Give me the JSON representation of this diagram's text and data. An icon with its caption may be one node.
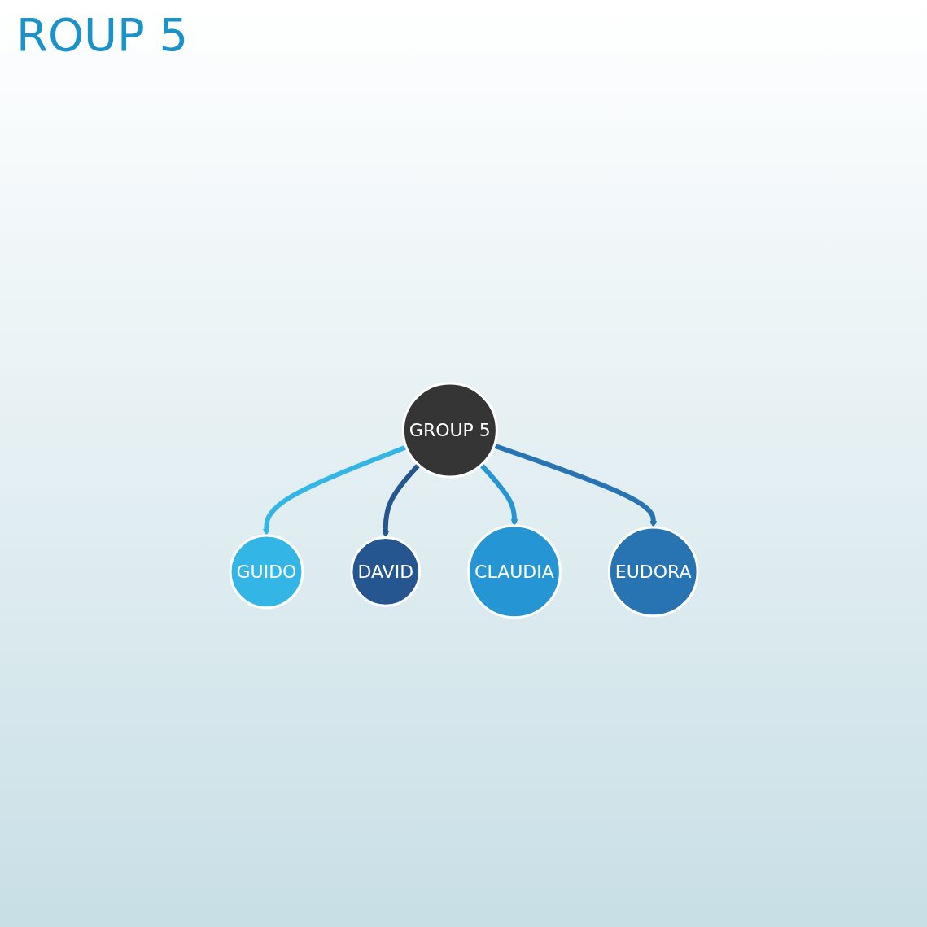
{
  "diagram": {
    "title": "ROUP 5",
    "nodes": [
      {
        "text": [
          "GUIDO"
        ]
      },
      {
        "text": [
          "DAVID"
        ]
      },
      {
        "text": [
          "GROUP 5"
        ]
      },
      {
        "text": [
          "CLAUDIA"
        ]
      },
      {
        "text": [
          "EUDORA"
        ]
      }
    ],
    "edges": [
      {
        "from": 2,
        "to": 0,
        "arrow": "to",
        "color": "#33b5e5"
      },
      {
        "from": 2,
        "to": 1,
        "arrow": "to",
        "color": "#26568f"
      },
      {
        "from": 2,
        "to": 3,
        "arrow": "to",
        "color": "#2595d4"
      },
      {
        "from": 2,
        "to": 4,
        "arrow": "to",
        "color": "#2874b2"
      }
    ]
  }
}
